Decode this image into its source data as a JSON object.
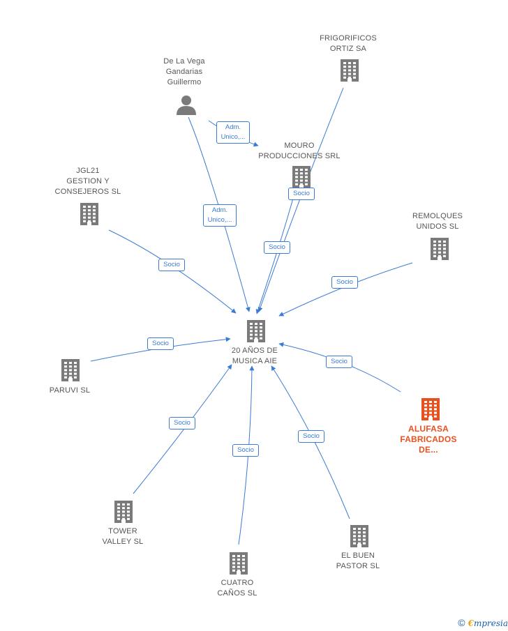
{
  "colors": {
    "edge": "#3a7bd5",
    "node": "#7a7a7a",
    "highlight": "#e8511e",
    "label": "#555555"
  },
  "center": {
    "id": "center",
    "label": "20 AÑOS DE\nMUSICA AIE",
    "icon": "building-icon"
  },
  "nodes": [
    {
      "id": "frigorificos",
      "label": "FRIGORIFICOS\nORTIZ SA",
      "icon": "building-icon"
    },
    {
      "id": "delavega",
      "label": "De La Vega\nGandarias\nGuillermo",
      "icon": "person-icon"
    },
    {
      "id": "mouro",
      "label": "MOURO\nPRODUCCIONES SRL",
      "icon": "building-icon"
    },
    {
      "id": "jgl21",
      "label": "JGL21\nGESTION Y\nCONSEJEROS SL",
      "icon": "building-icon"
    },
    {
      "id": "remolques",
      "label": "REMOLQUES\nUNIDOS SL",
      "icon": "building-icon"
    },
    {
      "id": "paruvi",
      "label": "PARUVI SL",
      "icon": "building-icon"
    },
    {
      "id": "alufasa",
      "label": "ALUFASA\nFABRICADOS\nDE...",
      "icon": "building-icon",
      "highlight": true
    },
    {
      "id": "tower",
      "label": "TOWER\nVALLEY SL",
      "icon": "building-icon"
    },
    {
      "id": "cuatro",
      "label": "CUATRO\nCAÑOS SL",
      "icon": "building-icon"
    },
    {
      "id": "elbuen",
      "label": "EL BUEN\nPASTOR SL",
      "icon": "building-icon"
    }
  ],
  "edges": [
    {
      "id": "delavega-mouro",
      "from": "delavega",
      "to": "mouro",
      "label": "Adm.\nUnico,..."
    },
    {
      "id": "delavega-center",
      "from": "delavega",
      "to": "center",
      "label": "Adm.\nUnico,..."
    },
    {
      "id": "frigorificos-center",
      "from": "frigorificos",
      "to": "center",
      "label": "Socio"
    },
    {
      "id": "mouro-center",
      "from": "mouro",
      "to": "center",
      "label": "Socio"
    },
    {
      "id": "jgl21-center",
      "from": "jgl21",
      "to": "center",
      "label": "Socio"
    },
    {
      "id": "remolques-center",
      "from": "remolques",
      "to": "center",
      "label": "Socio"
    },
    {
      "id": "paruvi-center",
      "from": "paruvi",
      "to": "center",
      "label": "Socio"
    },
    {
      "id": "alufasa-center",
      "from": "alufasa",
      "to": "center",
      "label": "Socio"
    },
    {
      "id": "tower-center",
      "from": "tower",
      "to": "center",
      "label": "Socio"
    },
    {
      "id": "cuatro-center",
      "from": "cuatro",
      "to": "center",
      "label": "Socio"
    },
    {
      "id": "elbuen-center",
      "from": "elbuen",
      "to": "center",
      "label": "Socio"
    }
  ],
  "footer": {
    "copyright": "©",
    "brand_e": "€",
    "brand_rest": "mpresia"
  }
}
